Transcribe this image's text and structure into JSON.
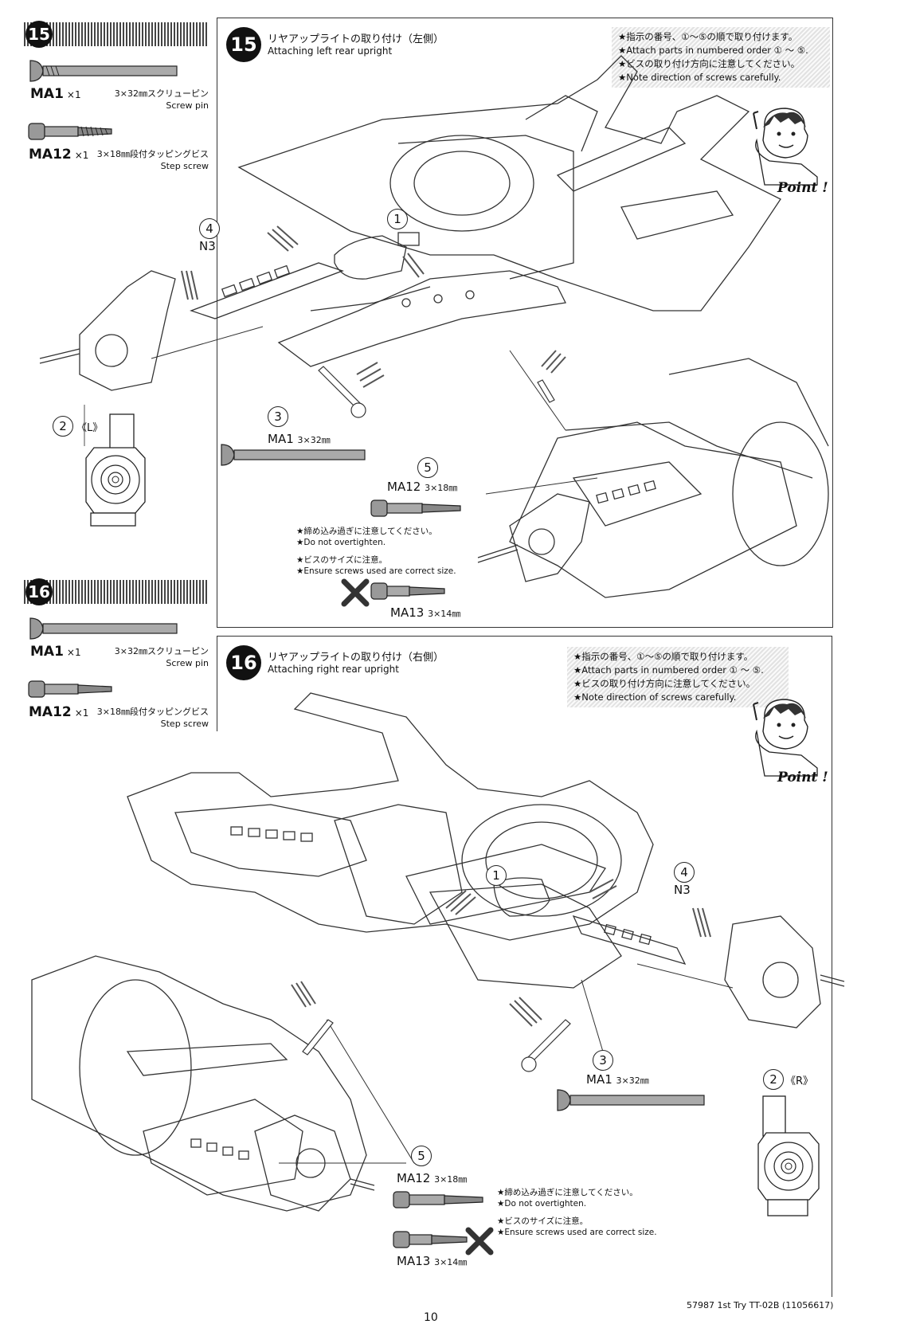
{
  "step15": {
    "number": "15",
    "sidebar_parts": [
      {
        "code": "MA1",
        "qty": "×1",
        "desc_jp": "3×32㎜スクリューピン",
        "desc_en": "Screw pin"
      },
      {
        "code": "MA12",
        "qty": "×1",
        "desc_jp": "3×18㎜段付タッピングビス",
        "desc_en": "Step screw"
      }
    ],
    "title_jp": "リヤアップライトの取り付け（左側）",
    "title_en": "Attaching left rear upright",
    "notes": [
      "★指示の番号、①～⑤の順で取り付けます。",
      "★Attach parts in numbered order ① ～ ⑤.",
      "★ビスの取り付け方向に注意してください。",
      "★Note direction of screws carefully."
    ],
    "point_label": "Point !",
    "labels": {
      "n1": "1",
      "n2": "2",
      "side": "《L》",
      "n3": "3",
      "n4": "4",
      "n5": "5",
      "n3_part": "N3",
      "ma1": "MA1",
      "ma1_size": "3×32㎜",
      "ma12": "MA12",
      "ma12_size": "3×18㎜",
      "ma13": "MA13",
      "ma13_size": "3×14㎜"
    },
    "cautions": [
      "★締め込み過ぎに注意してください。",
      "★Do not overtighten.",
      "★ビスのサイズに注意。",
      "★Ensure screws used are correct size."
    ]
  },
  "step16": {
    "number": "16",
    "sidebar_parts": [
      {
        "code": "MA1",
        "qty": "×1",
        "desc_jp": "3×32㎜スクリューピン",
        "desc_en": "Screw pin"
      },
      {
        "code": "MA12",
        "qty": "×1",
        "desc_jp": "3×18㎜段付タッピングビス",
        "desc_en": "Step screw"
      }
    ],
    "title_jp": "リヤアップライトの取り付け（右側）",
    "title_en": "Attaching right rear upright",
    "notes": [
      "★指示の番号、①～⑤の順で取り付けます。",
      "★Attach parts in numbered order ① ～ ⑤.",
      "★ビスの取り付け方向に注意してください。",
      "★Note direction of screws carefully."
    ],
    "point_label": "Point !",
    "labels": {
      "n1": "1",
      "n2": "2",
      "side": "《R》",
      "n3": "3",
      "n4": "4",
      "n5": "5",
      "n3_part": "N3",
      "ma1": "MA1",
      "ma1_size": "3×32㎜",
      "ma12": "MA12",
      "ma12_size": "3×18㎜",
      "ma13": "MA13",
      "ma13_size": "3×14㎜"
    },
    "cautions": [
      "★締め込み過ぎに注意してください。",
      "★Do not overtighten.",
      "★ビスのサイズに注意。",
      "★Ensure screws used are correct size."
    ]
  },
  "footer": {
    "page_number": "10",
    "product": "57987 1st Try TT-02B (11056617)"
  }
}
